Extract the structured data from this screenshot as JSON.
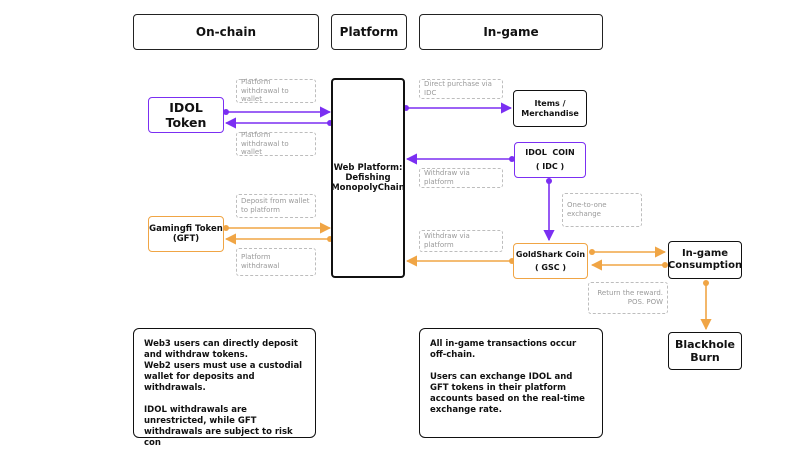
{
  "headers": {
    "onchain": "On-chain",
    "platform": "Platform",
    "ingame": "In-game"
  },
  "nodes": {
    "idol_token": "IDOL Token",
    "gft_line1": "Gamingfi Token",
    "gft_line2": "(GFT)",
    "web_platform_line1": "Web Platform:",
    "web_platform_line2": "Defishing",
    "web_platform_line3": "MonopolyChain",
    "items_line1": "Items /",
    "items_line2": "Merchandise",
    "idc_line1": "IDOL  COIN",
    "idc_line2": "( IDC )",
    "gsc_line1": "GoldShark Coin",
    "gsc_line2": "( GSC )",
    "consumption_line1": "In-game",
    "consumption_line2": "Consumption",
    "burn_line1": "Blackhole",
    "burn_line2": "Burn"
  },
  "labels": {
    "idol_withdraw_top": "Platform withdrawal to wallet",
    "idol_withdraw_bottom": "Platform withdrawal to wallet",
    "gft_deposit": "Deposit from wallet to platform",
    "gft_withdraw": "Platform withdrawal",
    "direct_purchase": "Direct purchase via IDC",
    "withdraw_platform_1": "Withdraw via platform",
    "withdraw_platform_2": "Withdraw via platform",
    "one_to_one": "One-to-one exchange",
    "return_reward": "Return the reward. POS. POW"
  },
  "notes": {
    "left": "Web3 users can directly deposit and withdraw tokens.\nWeb2 users must use a custodial wallet for deposits and withdrawals.\n\nIDOL withdrawals are unrestricted, while GFT withdrawals are subject to risk con",
    "right": "All in-game transactions occur off-chain.\n\nUsers can exchange IDOL and GFT tokens in their platform accounts based on the real-time exchange rate."
  },
  "colors": {
    "purple": "#7b2ff2",
    "orange": "#f0a545",
    "dashed_gray": "#bdbdbd"
  }
}
